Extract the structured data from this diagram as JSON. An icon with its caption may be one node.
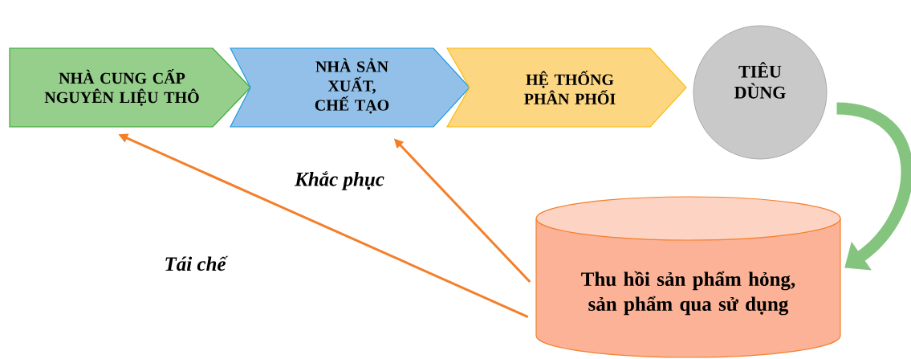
{
  "diagram": {
    "nodes": [
      {
        "text": [
          "NHÀ CUNG CẤP NGUYÊN LIỆU THÔ"
        ]
      },
      {
        "text": [
          "NHÀ SẢN XUẤT, CHẾ TẠO"
        ]
      },
      {
        "text": [
          "HỆ THỐNG PHÂN PHỐI"
        ]
      },
      {
        "text": [
          "TIÊU DÙNG"
        ]
      },
      {
        "text": [
          "Thu hồi sản phẩm hỏng, sản phẩm qua sử dụng"
        ]
      }
    ],
    "edges": [
      {
        "from": 4,
        "to": 0,
        "arrow": "to",
        "label": "Tái chế"
      },
      {
        "from": 4,
        "to": 1,
        "arrow": "to",
        "label": "Khắc phục"
      },
      {
        "from": 3,
        "to": 4,
        "arrow": "to",
        "style": "thick",
        "color": "#85c47f"
      }
    ]
  }
}
